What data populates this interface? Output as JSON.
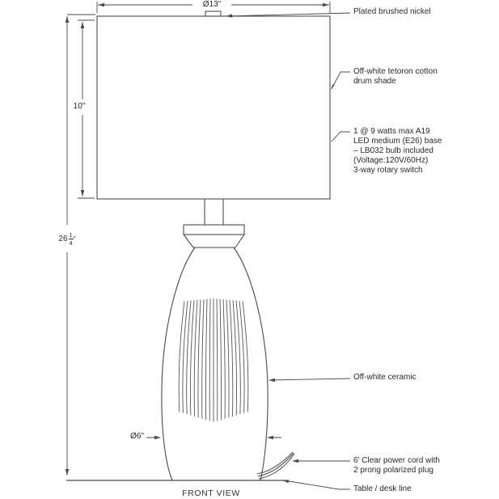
{
  "title": "FRONT VIEW",
  "dimensions": {
    "shade_diameter": "Ø13\"",
    "shade_height": "10\"",
    "base_diameter": "Ø6\"",
    "total_height": {
      "whole": "26",
      "num": "1",
      "den": "4",
      "unit": "\""
    }
  },
  "annotations": {
    "finial": "Plated brushed nickel",
    "shade": [
      "Off-white tetoron cotton",
      "drum shade"
    ],
    "bulb": [
      "1 @ 9 watts max A19",
      "LED medium (E26) base",
      "– LB032 bulb included",
      "(Voltage:120V/60Hz)",
      "3-way rotary switch"
    ],
    "body": "Off-white ceramic",
    "cord": [
      "6' Clear power cord with",
      "2 prong polarized plug"
    ],
    "table": "Table / desk line"
  },
  "colors": {
    "line": "#4a4a4a",
    "text": "#2a2a2a",
    "background": "#ffffff"
  }
}
